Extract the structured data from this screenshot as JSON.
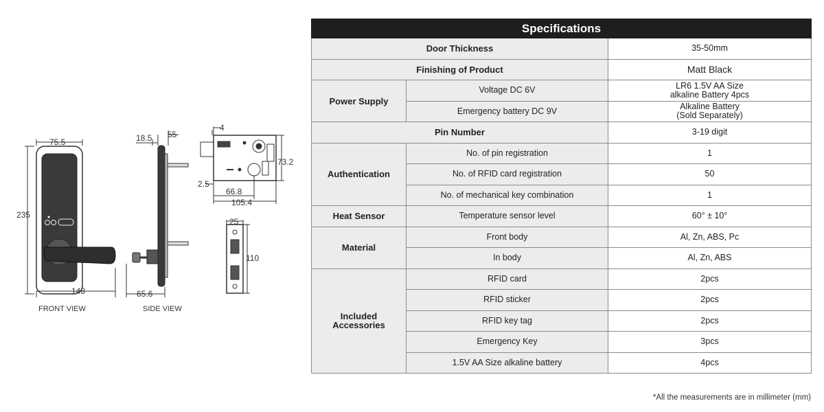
{
  "drawings": {
    "front_view_label": "FRONT VIEW",
    "side_view_label": "SIDE VIEW",
    "dims": {
      "front_width": "75.5",
      "front_height": "235",
      "handle_length": "148",
      "side_18_5": "18.5",
      "side_55": "55",
      "side_65_6": "65.6",
      "mortise_4": "4",
      "mortise_73_2": "73.2",
      "mortise_2_5": "2.5",
      "mortise_66_8": "66.8",
      "mortise_105_4": "105.4",
      "strike_25": "25",
      "strike_110": "110"
    }
  },
  "table": {
    "title": "Specifications",
    "rows": {
      "door_thickness": {
        "label": "Door Thickness",
        "value": "35-50mm"
      },
      "finishing": {
        "label": "Finishing of Product",
        "value": "Matt Black"
      },
      "power_supply": {
        "label": "Power Supply",
        "voltage": {
          "label": "Voltage DC 6V",
          "value_line1": "LR6 1.5V AA Size",
          "value_line2": "alkaline Battery 4pcs"
        },
        "emergency": {
          "label": "Emergency battery DC 9V",
          "value_line1": "Alkaline Battery",
          "value_line2": "(Sold Separately)"
        }
      },
      "pin_number": {
        "label": "Pin Number",
        "value": "3-19 digit"
      },
      "authentication": {
        "label": "Authentication",
        "pin_reg": {
          "label": "No. of pin registration",
          "value": "1"
        },
        "rfid_reg": {
          "label": "No. of RFID card registration",
          "value": "50"
        },
        "mech_key": {
          "label": "No. of mechanical key combination",
          "value": "1"
        }
      },
      "heat_sensor": {
        "label": "Heat Sensor",
        "temp": {
          "label": "Temperature sensor level",
          "value": "60° ± 10°"
        }
      },
      "material": {
        "label": "Material",
        "front_body": {
          "label": "Front body",
          "value": "Al, Zn, ABS, Pc"
        },
        "in_body": {
          "label": "In body",
          "value": "Al, Zn, ABS"
        }
      },
      "accessories": {
        "label_line1": "Included",
        "label_line2": "Accessories",
        "rfid_card": {
          "label": "RFID card",
          "value": "2pcs"
        },
        "rfid_sticker": {
          "label": "RFID sticker",
          "value": "2pcs"
        },
        "rfid_tag": {
          "label": "RFID key tag",
          "value": "2pcs"
        },
        "emergency_key": {
          "label": "Emergency Key",
          "value": "3pcs"
        },
        "battery": {
          "label": "1.5V AA Size alkaline battery",
          "value": "4pcs"
        }
      }
    },
    "footnote": "*All the measurements are in millimeter (mm)"
  }
}
